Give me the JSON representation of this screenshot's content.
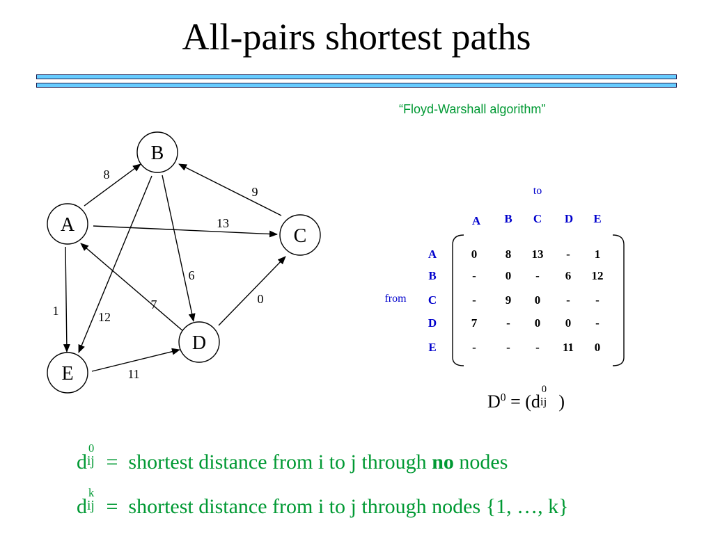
{
  "title": "All-pairs shortest paths",
  "subtitle": "“Floyd-Warshall algorithm”",
  "graph": {
    "nodes": [
      "A",
      "B",
      "C",
      "D",
      "E"
    ],
    "edges": [
      {
        "from": "A",
        "to": "B",
        "weight": "8"
      },
      {
        "from": "C",
        "to": "B",
        "weight": "9"
      },
      {
        "from": "A",
        "to": "C",
        "weight": "13"
      },
      {
        "from": "B",
        "to": "D",
        "weight": "6"
      },
      {
        "from": "D",
        "to": "C",
        "weight": "0"
      },
      {
        "from": "D",
        "to": "A",
        "weight": "7"
      },
      {
        "from": "B",
        "to": "E",
        "weight": "12"
      },
      {
        "from": "A",
        "to": "E",
        "weight": "1"
      },
      {
        "from": "E",
        "to": "D",
        "weight": "11"
      }
    ]
  },
  "matrix": {
    "to_label": "to",
    "from_label": "from",
    "column_headers": [
      "A",
      "B",
      "C",
      "D",
      "E"
    ],
    "row_headers": [
      "A",
      "B",
      "C",
      "D",
      "E"
    ],
    "rows": [
      [
        "0",
        "8",
        "13",
        "-",
        "1"
      ],
      [
        "-",
        "0",
        "-",
        "6",
        "12"
      ],
      [
        "-",
        "9",
        "0",
        "-",
        "-"
      ],
      [
        "7",
        "-",
        "0",
        "0",
        "-"
      ],
      [
        "-",
        "-",
        "-",
        "11",
        "0"
      ]
    ]
  },
  "formula": {
    "lhs_base": "D",
    "lhs_sup": "0",
    "equals_paren": " = (d",
    "inner_sup": "0",
    "inner_sub": "ij",
    "close": " )"
  },
  "definitions": [
    {
      "base": "d",
      "sup": "0",
      "sub": "ij",
      "text_before": " =  shortest distance from i to j through ",
      "bold": "no",
      "text_after": " nodes"
    },
    {
      "base": "d",
      "sup": "k",
      "sub": "ij",
      "text_before": " =  shortest distance from i to j through nodes {1, …, k}",
      "bold": "",
      "text_after": ""
    }
  ]
}
